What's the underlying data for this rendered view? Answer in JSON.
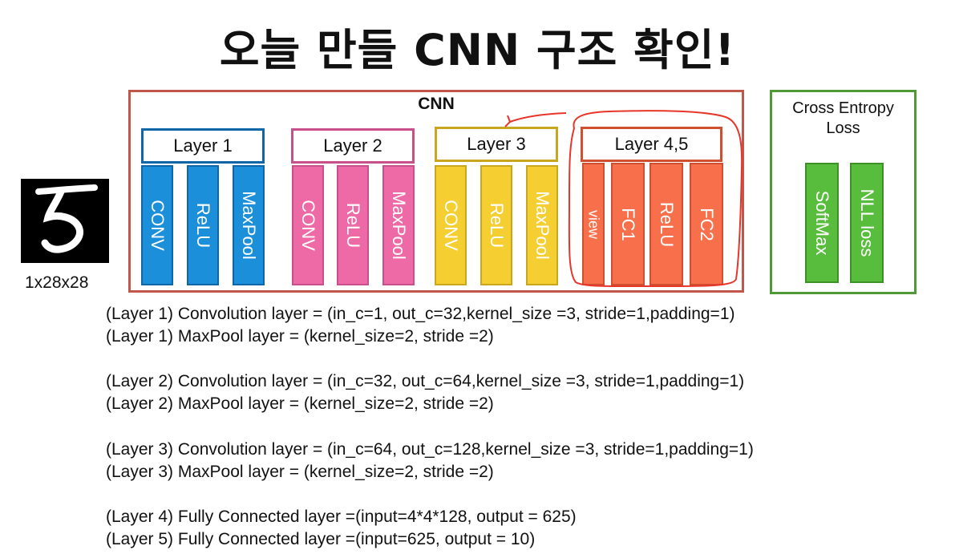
{
  "title": "오늘 만들 CNN 구조 확인!",
  "input": {
    "caption": "1x28x28"
  },
  "cnn": {
    "label": "CNN",
    "layers": [
      {
        "label": "Layer 1",
        "color": "#1b8fd9",
        "border": "#0f66a6",
        "ops": [
          "CONV",
          "ReLU",
          "MaxPool"
        ]
      },
      {
        "label": "Layer 2",
        "color": "#ee6aa7",
        "border": "#c8508a",
        "ops": [
          "CONV",
          "ReLU",
          "MaxPool"
        ]
      },
      {
        "label": "Layer 3",
        "color": "#f5cf31",
        "border": "#c9a620",
        "ops": [
          "CONV",
          "ReLU",
          "MaxPool"
        ]
      },
      {
        "label": "Layer 4,5",
        "color": "#f8704b",
        "border": "#cf5031",
        "ops": [
          "view",
          "FC1",
          "ReLU",
          "FC2"
        ]
      }
    ]
  },
  "loss": {
    "label_line1": "Cross Entropy",
    "label_line2": "Loss",
    "color": "#58bd3c",
    "border": "#3e9126",
    "ops": [
      "SoftMax",
      "NLL loss"
    ]
  },
  "annotation_color": "#e8352a",
  "description": [
    "(Layer 1) Convolution layer = (in_c=1, out_c=32,kernel_size =3, stride=1,padding=1)",
    "(Layer 1) MaxPool layer = (kernel_size=2, stride =2)",
    "(Layer 2) Convolution layer = (in_c=32, out_c=64,kernel_size =3, stride=1,padding=1)",
    "(Layer 2) MaxPool layer = (kernel_size=2, stride =2)",
    "(Layer 3) Convolution layer = (in_c=64, out_c=128,kernel_size =3, stride=1,padding=1)",
    "(Layer 3) MaxPool layer = (kernel_size=2, stride =2)",
    "(Layer 4) Fully Connected layer =(input=4*4*128, output = 625)",
    "(Layer 5) Fully Connected layer =(input=625, output = 10)"
  ]
}
